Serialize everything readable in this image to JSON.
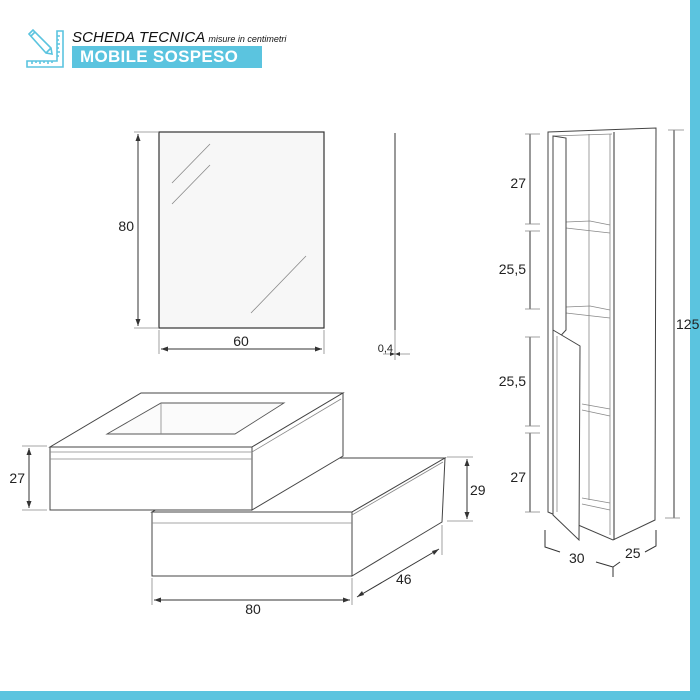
{
  "header": {
    "title": "SCHEDA TECNICA",
    "subtitle": "misure in centimetri",
    "badge": "MOBILE SOSPESO",
    "icon": "ruler-pencil-icon",
    "accent_color": "#5bc4df"
  },
  "mirror": {
    "height_label": "80",
    "width_label": "60",
    "thickness_label": "0,4"
  },
  "vanity": {
    "top_height_label": "27",
    "base_height_label": "29",
    "width_label": "80",
    "depth_label": "46"
  },
  "column": {
    "section_labels": [
      "27",
      "25,5",
      "25,5",
      "27"
    ],
    "total_height_label": "125",
    "width_label": "30",
    "depth_label": "25"
  },
  "units": "cm"
}
